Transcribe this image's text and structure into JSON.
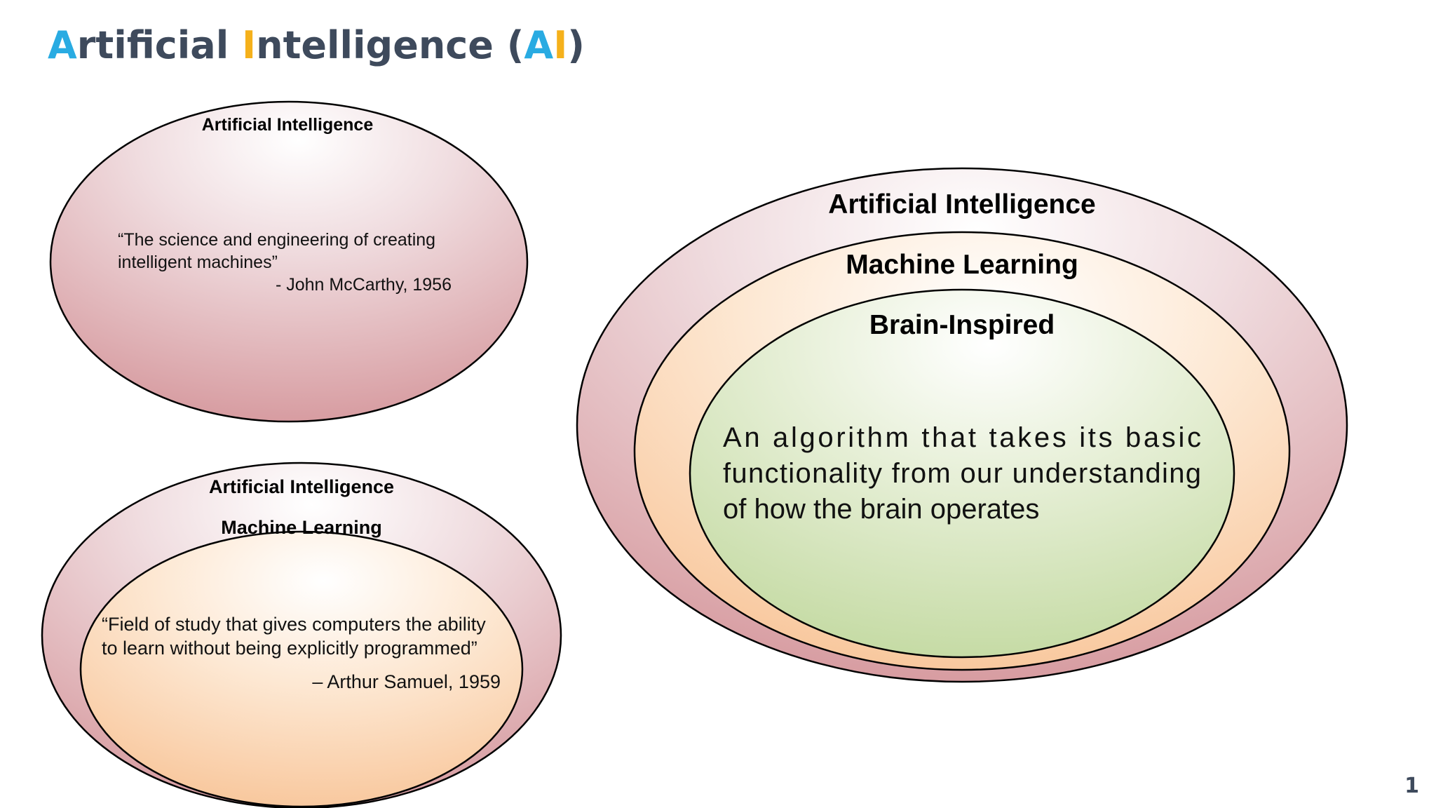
{
  "slide": {
    "title_parts": [
      {
        "text": "A",
        "highlight": "blue"
      },
      {
        "text": "rtificial ",
        "highlight": ""
      },
      {
        "text": "I",
        "highlight": "yellow"
      },
      {
        "text": "ntelligence (",
        "highlight": ""
      },
      {
        "text": "A",
        "highlight": "blue"
      },
      {
        "text": "I",
        "highlight": "yellow"
      },
      {
        "text": ")",
        "highlight": ""
      }
    ],
    "page_number": "1"
  },
  "colors": {
    "title_text": "#3e4a5c",
    "accent_blue": "#29abe2",
    "accent_yellow": "#f5b11b",
    "ai_fill": "#d9a0a4",
    "ml_fill": "#f9c89c",
    "brain_fill": "#c8dca6"
  },
  "diagram_top_left": {
    "label": "Artificial Intelligence",
    "quote_lines": [
      "“The science and engineering of creating",
      "intelligent machines”"
    ],
    "attribution": "- John McCarthy, 1956"
  },
  "diagram_bottom_left": {
    "outer_label": "Artificial Intelligence",
    "inner_label": "Machine Learning",
    "quote_lines": [
      "“Field of study that gives computers the ability",
      "to learn without being explicitly programmed”"
    ],
    "attribution": "–  Arthur Samuel, 1959"
  },
  "diagram_right": {
    "outer_label": "Artificial Intelligence",
    "middle_label": "Machine Learning",
    "inner_label": "Brain-Inspired",
    "description_lines": [
      "An algorithm that takes its basic",
      "functionality from our understanding",
      "of how the brain operates"
    ]
  }
}
